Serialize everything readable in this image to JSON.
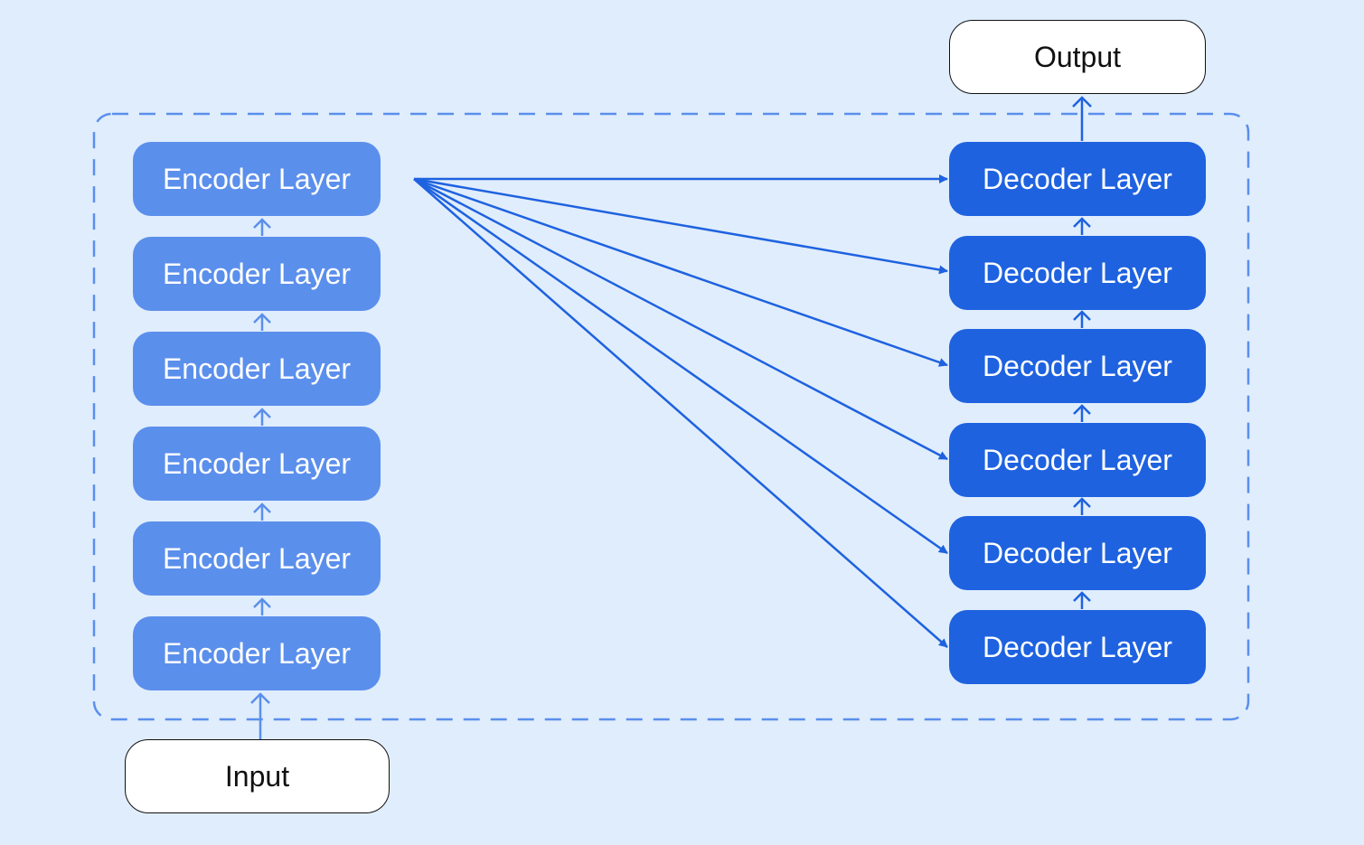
{
  "diagram": {
    "input_label": "Input",
    "output_label": "Output",
    "encoder_layers": [
      "Encoder Layer",
      "Encoder Layer",
      "Encoder Layer",
      "Encoder Layer",
      "Encoder Layer",
      "Encoder Layer"
    ],
    "decoder_layers": [
      "Decoder Layer",
      "Decoder Layer",
      "Decoder Layer",
      "Decoder Layer",
      "Decoder Layer",
      "Decoder Layer"
    ],
    "colors": {
      "background": "#e0edfc",
      "encoder_fill": "#5b8fec",
      "decoder_fill": "#1e62e0",
      "connector": "#1e62e0",
      "dashed_frame": "#5b8fec",
      "io_fill": "#ffffff",
      "io_text": "#111111"
    }
  }
}
